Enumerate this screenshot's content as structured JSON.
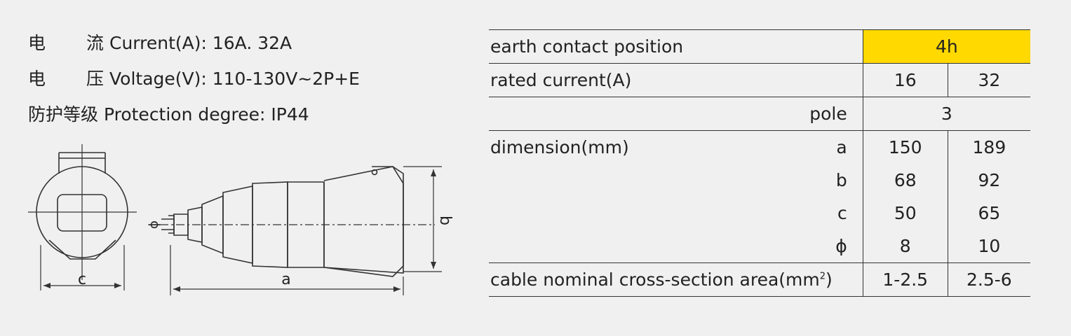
{
  "specs": {
    "current": {
      "zh1": "电",
      "zh2": "流",
      "text": "Current(A): 16A. 32A"
    },
    "voltage": {
      "zh1": "电",
      "zh2": "压",
      "text": "Voltage(V): 110-130V~2P+E"
    },
    "protection": {
      "zh": "防护等级",
      "text": "Protection degree: IP44"
    }
  },
  "drawing": {
    "label_c": "c",
    "label_a": "a",
    "label_b": "b",
    "label_phi": "ϕ"
  },
  "table": {
    "earth_label": "earth contact position",
    "earth_value": "4h",
    "current_label": "rated current(A)",
    "current_values": [
      "16",
      "32"
    ],
    "pole_label": "pole",
    "pole_value": "3",
    "dimension_label": "dimension(mm)",
    "dims": [
      {
        "key": "a",
        "v16": "150",
        "v32": "189"
      },
      {
        "key": "b",
        "v16": "68",
        "v32": "92"
      },
      {
        "key": "c",
        "v16": "50",
        "v32": "65"
      },
      {
        "key": "ϕ",
        "v16": "8",
        "v32": "10"
      }
    ],
    "cable_label": "cable nominal cross-section area(mm",
    "cable_sup": "2",
    "cable_close": ")",
    "cable_values": [
      "1-2.5",
      "2.5-6"
    ]
  },
  "colors": {
    "highlight": "#ffd900",
    "line": "#333333",
    "background": "#f0f0f0"
  }
}
